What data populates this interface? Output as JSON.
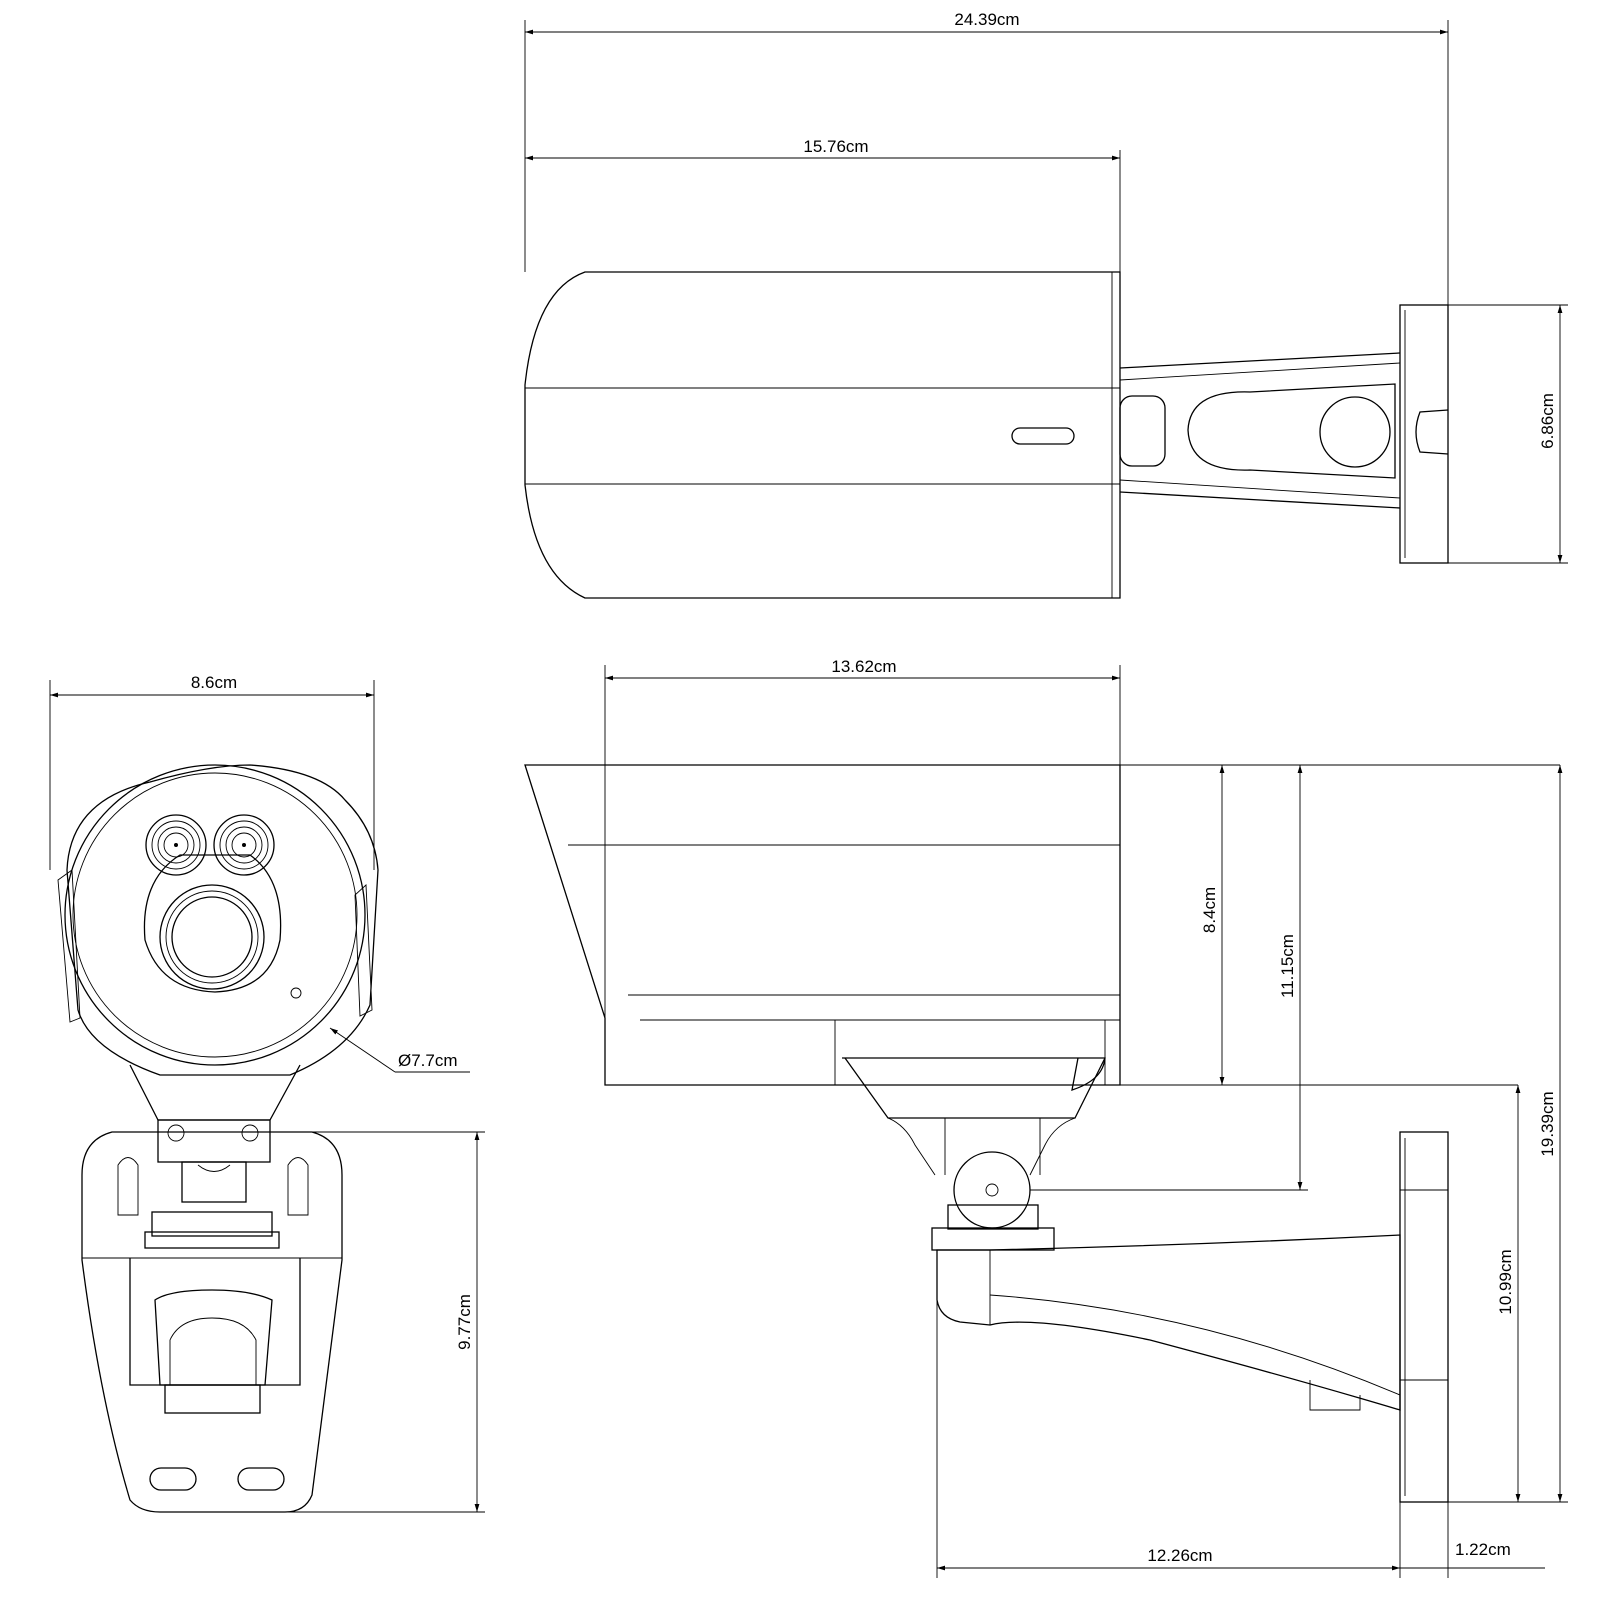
{
  "dimensions": {
    "top_overall_length": "24.39cm",
    "top_housing_length": "15.76cm",
    "top_bracket_height": "6.86cm",
    "front_width": "8.6cm",
    "front_diameter": "Ø7.7cm",
    "front_bracket_height": "9.77cm",
    "side_housing_length": "13.62cm",
    "side_housing_height": "8.4cm",
    "side_pivot_height": "11.15cm",
    "side_total_height": "19.39cm",
    "side_bracket_height": "10.99cm",
    "side_bracket_length": "12.26cm",
    "side_plate_thickness": "1.22cm"
  },
  "colors": {
    "line": "#000000",
    "background": "#ffffff"
  }
}
